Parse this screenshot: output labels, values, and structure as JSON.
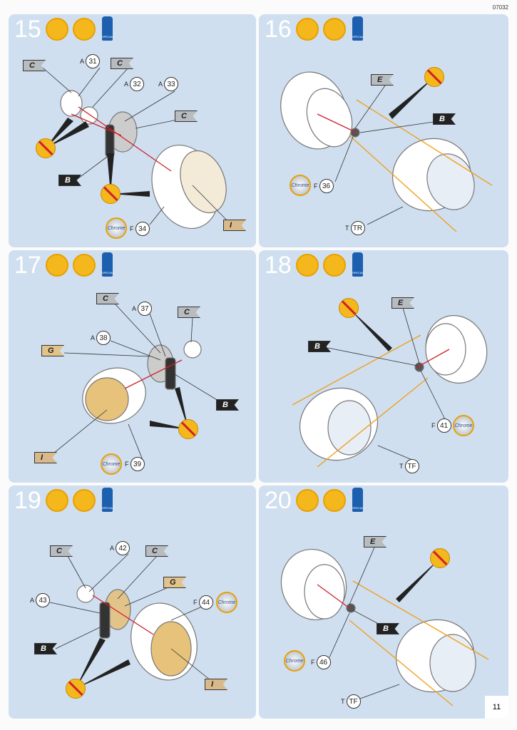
{
  "page_code": "07032",
  "page_number": "11",
  "steps": [
    {
      "number": "15",
      "glue_label": "SPECIAL",
      "labels": {
        "a1": "A",
        "n1": "31",
        "a2": "A",
        "n2": "32",
        "a3": "A",
        "n3": "33",
        "f": "F",
        "fn": "34",
        "chrome": "Chrome"
      },
      "flags": [
        "C",
        "C",
        "C",
        "B",
        "I"
      ]
    },
    {
      "number": "16",
      "glue_label": "SPECIAL",
      "labels": {
        "f": "F",
        "fn": "36",
        "t": "T",
        "tn": "TR",
        "chrome": "Chrome"
      },
      "flags": [
        "E",
        "B"
      ]
    },
    {
      "number": "17",
      "glue_label": "SPECIAL",
      "labels": {
        "a1": "A",
        "n1": "37",
        "a2": "A",
        "n2": "38",
        "f": "F",
        "fn": "39",
        "chrome": "Chrome"
      },
      "flags": [
        "C",
        "C",
        "G",
        "B",
        "I"
      ]
    },
    {
      "number": "18",
      "glue_label": "SPECIAL",
      "labels": {
        "f": "F",
        "fn": "41",
        "t": "T",
        "tn": "TF",
        "chrome": "Chrome"
      },
      "flags": [
        "E",
        "B"
      ]
    },
    {
      "number": "19",
      "glue_label": "SPECIAL",
      "labels": {
        "a1": "A",
        "n1": "42",
        "a2": "A",
        "n2": "43",
        "f": "F",
        "fn": "44",
        "chrome": "Chrome"
      },
      "flags": [
        "C",
        "C",
        "G",
        "B",
        "I"
      ]
    },
    {
      "number": "20",
      "glue_label": "SPECIAL",
      "labels": {
        "f": "F",
        "fn": "46",
        "t": "T",
        "tn": "TF",
        "chrome": "Chrome"
      },
      "flags": [
        "E",
        "B"
      ]
    }
  ]
}
